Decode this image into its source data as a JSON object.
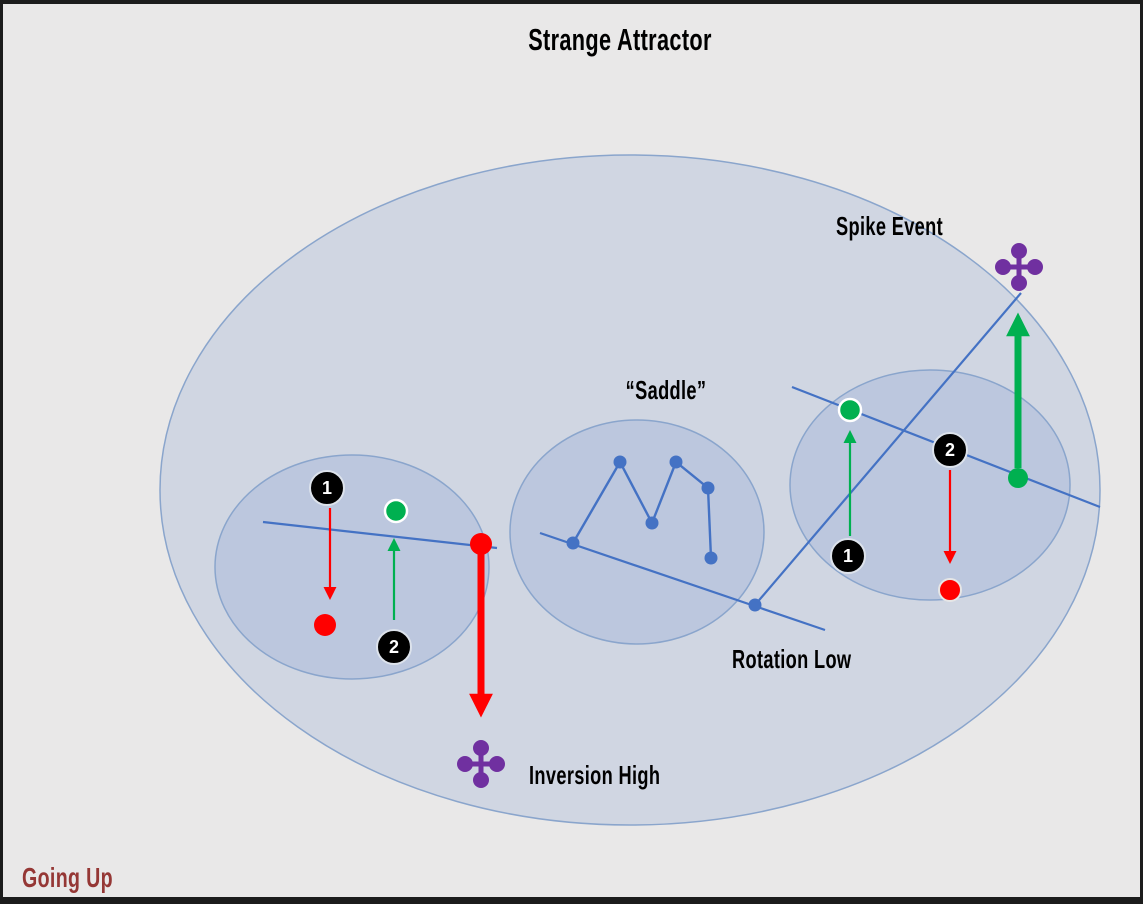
{
  "title": "Strange Attractor",
  "labels": {
    "spike_event": "Spike Event",
    "saddle": "“Saddle”",
    "rotation_low": "Rotation Low",
    "inversion_high": "Inversion High",
    "going_up": "Going Up"
  },
  "badges": {
    "left_1": "1",
    "left_2": "2",
    "right_1": "1",
    "right_2": "2"
  },
  "colors": {
    "background": "#E9E8E8",
    "ellipse_fill": "#CCD6E4",
    "ellipse_stroke": "#8AA5CC",
    "trend_line": "#4472C4",
    "up_green": "#00B050",
    "down_red": "#FF0000",
    "event_marker_purple": "#7030A0",
    "going_up_text": "#953735",
    "badge_background": "#000000",
    "badge_text": "#FFFFFF"
  }
}
